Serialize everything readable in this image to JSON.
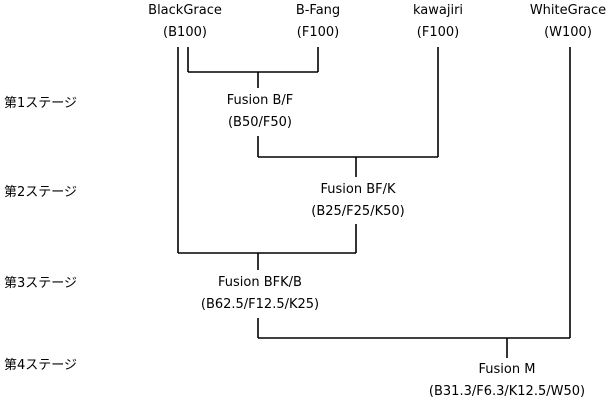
{
  "nodes": {
    "blackgrace": {
      "name": "BlackGrace",
      "code": "(B100)"
    },
    "bfang": {
      "name": "B-Fang",
      "code": "(F100)"
    },
    "kawajiri": {
      "name": "kawajiri",
      "code": "(F100)"
    },
    "whitegrace": {
      "name": "WhiteGrace",
      "code": "(W100)"
    },
    "fusion_bf": {
      "name": "Fusion B/F",
      "code": "(B50/F50)"
    },
    "fusion_bfk": {
      "name": "Fusion BF/K",
      "code": "(B25/F25/K50)"
    },
    "fusion_bfkb": {
      "name": "Fusion BFK/B",
      "code": "(B62.5/F12.5/K25)"
    },
    "fusion_m": {
      "name": "Fusion M",
      "code": "(B31.3/F6.3/K12.5/W50)"
    }
  },
  "stages": {
    "s1": "第1ステージ",
    "s2": "第2ステージ",
    "s3": "第3ステージ",
    "s4": "第4ステージ"
  }
}
